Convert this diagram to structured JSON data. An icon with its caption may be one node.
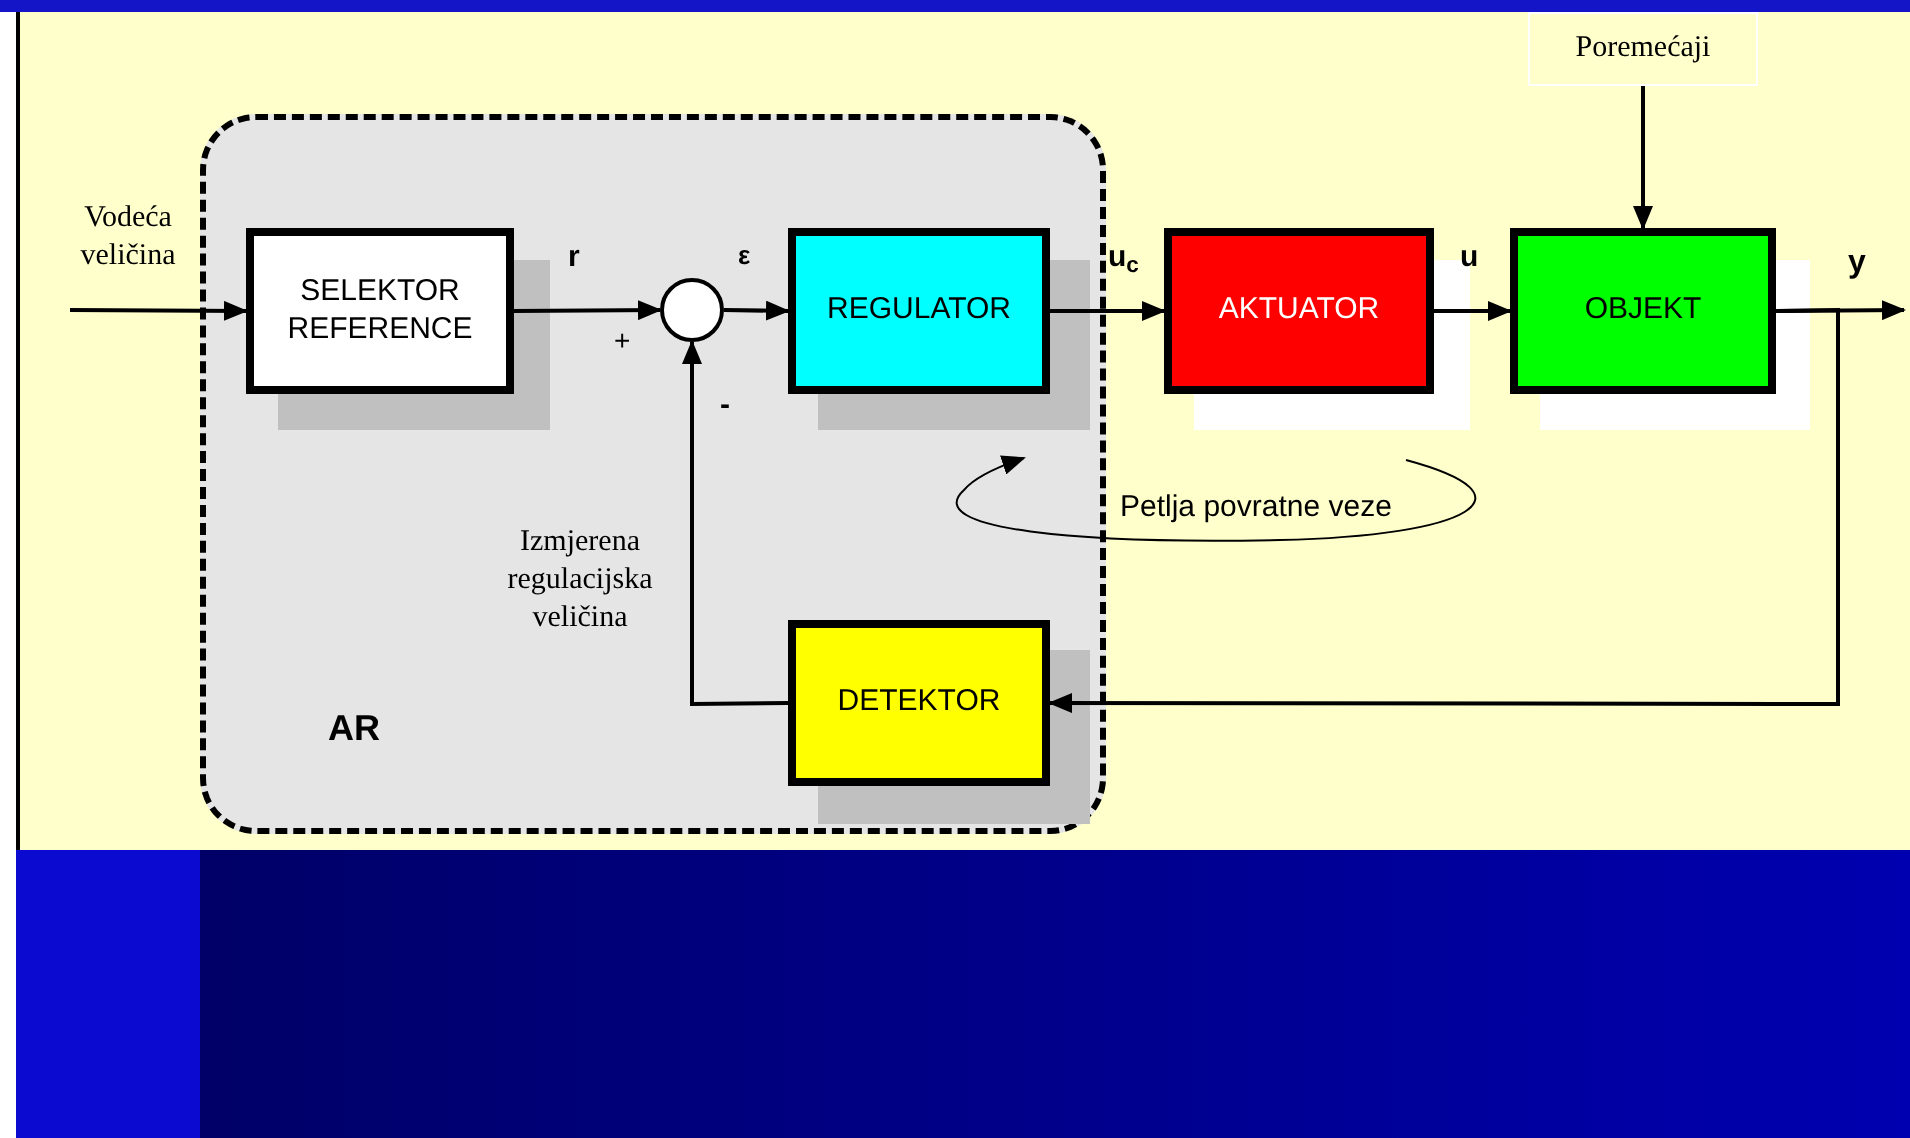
{
  "diagram": {
    "nodes": [
      {
        "text": [
          "AR"
        ]
      },
      {
        "text": [
          "SELEKTOR REFERENCE"
        ],
        "in": 0
      },
      {
        "text": [],
        "shape": "circle",
        "in": 0
      },
      {
        "text": [
          "REGULATOR"
        ],
        "in": 0
      },
      {
        "text": [
          "DETEKTOR"
        ],
        "in": 0
      },
      {
        "text": [
          "AKTUATOR"
        ]
      },
      {
        "text": [
          "OBJEKT"
        ]
      },
      {
        "text": [
          "Poremećaji"
        ]
      }
    ],
    "edges": [
      {
        "from": null,
        "to": 1,
        "arrow": "to",
        "label": "Vodeća veličina"
      },
      {
        "from": 1,
        "to": 2,
        "arrow": "to",
        "label": "r"
      },
      {
        "from": 2,
        "to": 3,
        "arrow": "to",
        "label": "ε"
      },
      {
        "from": 3,
        "to": 5,
        "arrow": "to",
        "label": "u$_{c}$"
      },
      {
        "from": 5,
        "to": 6,
        "arrow": "to",
        "label": "u"
      },
      {
        "from": 7,
        "to": 6,
        "arrow": "to"
      },
      {
        "from": 6,
        "to": null,
        "arrow": "to",
        "label": "y"
      },
      {
        "from": 6,
        "to": 4,
        "arrow": "to"
      },
      {
        "from": 4,
        "to": 2,
        "arrow": "to",
        "label": "Izmjerena regulacijska veličina"
      }
    ],
    "labels": [
      "+",
      "-",
      "Petlja povratne veze"
    ]
  }
}
